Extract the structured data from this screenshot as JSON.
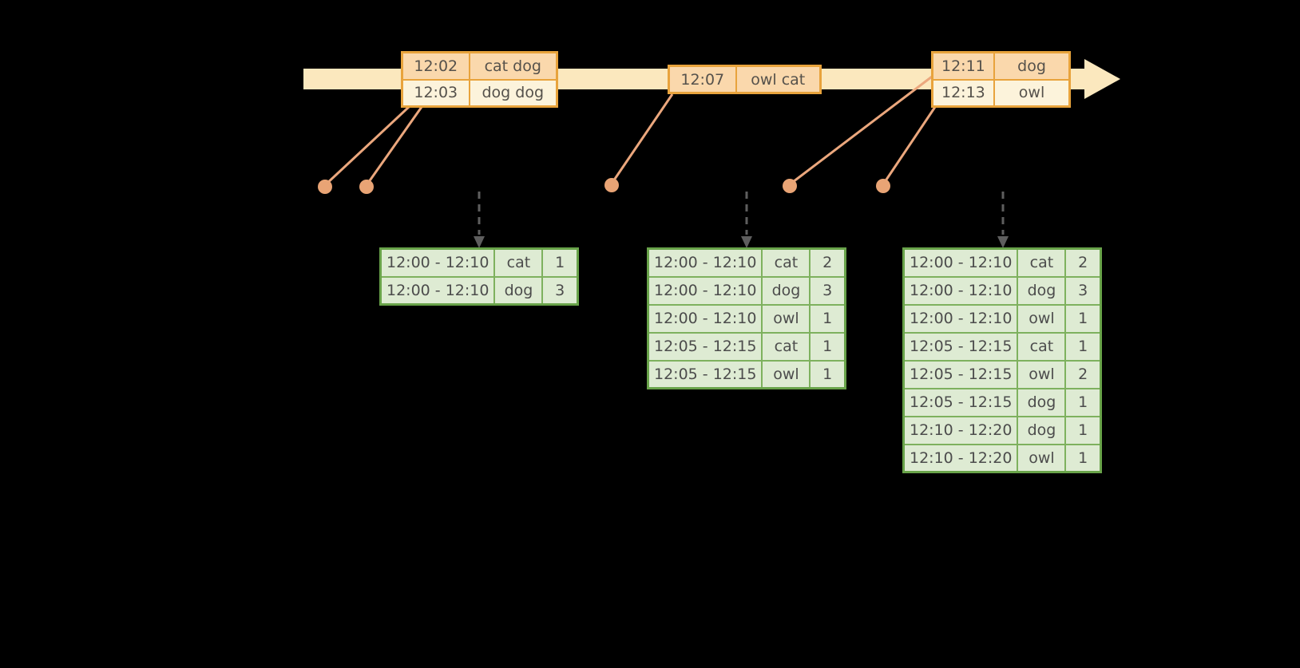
{
  "timeline": {
    "event_tables": [
      {
        "rows": [
          [
            "12:02",
            "cat dog"
          ],
          [
            "12:03",
            "dog dog"
          ]
        ]
      },
      {
        "rows": [
          [
            "12:07",
            "owl cat"
          ]
        ]
      },
      {
        "rows": [
          [
            "12:11",
            "dog"
          ],
          [
            "12:13",
            "owl"
          ]
        ]
      }
    ]
  },
  "result_tables": [
    {
      "rows": [
        [
          "12:00 - 12:10",
          "cat",
          "1"
        ],
        [
          "12:00 - 12:10",
          "dog",
          "3"
        ]
      ]
    },
    {
      "rows": [
        [
          "12:00 - 12:10",
          "cat",
          "2"
        ],
        [
          "12:00 - 12:10",
          "dog",
          "3"
        ],
        [
          "12:00 - 12:10",
          "owl",
          "1"
        ],
        [
          "12:05 - 12:15",
          "cat",
          "1"
        ],
        [
          "12:05 - 12:15",
          "owl",
          "1"
        ]
      ]
    },
    {
      "rows": [
        [
          "12:00 - 12:10",
          "cat",
          "2"
        ],
        [
          "12:00 - 12:10",
          "dog",
          "3"
        ],
        [
          "12:00 - 12:10",
          "owl",
          "1"
        ],
        [
          "12:05 - 12:15",
          "cat",
          "1"
        ],
        [
          "12:05 - 12:15",
          "owl",
          "2"
        ],
        [
          "12:05 - 12:15",
          "dog",
          "1"
        ],
        [
          "12:10 - 12:20",
          "dog",
          "1"
        ],
        [
          "12:10 - 12:20",
          "owl",
          "1"
        ]
      ]
    }
  ],
  "colors": {
    "background": "#000000",
    "timeline_arrow": "#FBE8BE",
    "event_border": "#E8A33C",
    "event_row_primary": "#FAD8AC",
    "event_row_secondary": "#FCF3DB",
    "connector": "#E9A475",
    "trigger_arrow": "#5E5E5E",
    "result_border": "#69A34A",
    "result_cell": "#DEEBD3"
  }
}
